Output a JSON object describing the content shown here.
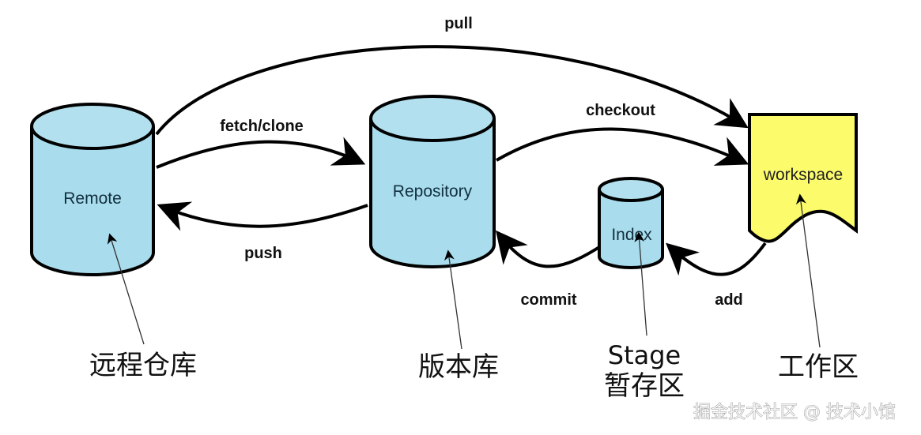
{
  "title": "Git workflow diagram",
  "colors": {
    "cylinder_fill": "#a9dcec",
    "workspace_fill": "#fbfb6b",
    "stroke": "#000000"
  },
  "nodes": {
    "remote": {
      "label": "Remote",
      "caption": "远程仓库",
      "shape": "cylinder"
    },
    "repository": {
      "label": "Repository",
      "caption": "版本库",
      "shape": "cylinder"
    },
    "index": {
      "label": "Index",
      "caption_en": "Stage",
      "caption": "暂存区",
      "shape": "cylinder"
    },
    "workspace": {
      "label": "workspace",
      "caption": "工作区",
      "shape": "document"
    }
  },
  "edges": {
    "pull": {
      "label": "pull",
      "from": "remote",
      "to": "workspace"
    },
    "fetch_clone": {
      "label": "fetch/clone",
      "from": "remote",
      "to": "repository"
    },
    "push": {
      "label": "push",
      "from": "repository",
      "to": "remote"
    },
    "checkout": {
      "label": "checkout",
      "from": "repository",
      "to": "workspace"
    },
    "commit": {
      "label": "commit",
      "from": "index",
      "to": "repository"
    },
    "add": {
      "label": "add",
      "from": "workspace",
      "to": "index"
    }
  },
  "watermark": "掘金技术社区 @ 技术小馆"
}
